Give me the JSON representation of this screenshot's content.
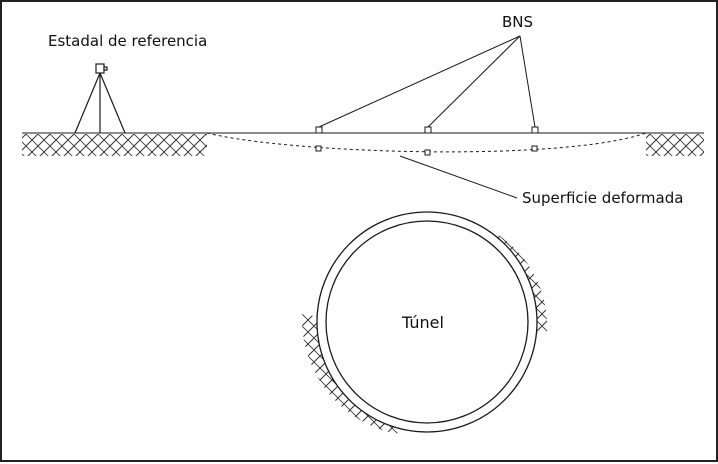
{
  "labels": {
    "reference_staff": "Estadal de referencia",
    "bns": "BNS",
    "deformed_surface": "Superficie deformada",
    "tunnel": "Túnel"
  },
  "colors": {
    "stroke": "#1a1a1a",
    "background": "#ffffff"
  }
}
